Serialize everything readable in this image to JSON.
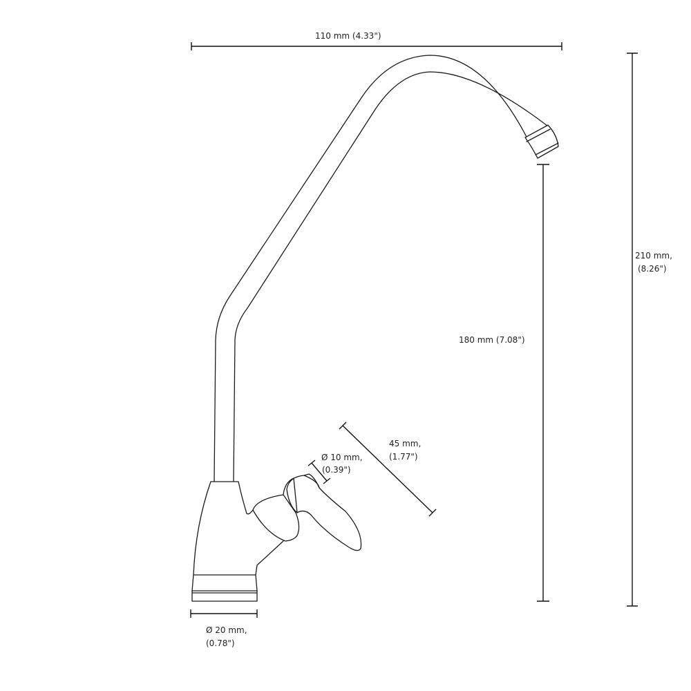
{
  "title": "Faucet dimensions diagram",
  "dimensions": {
    "width": "110 mm (4.33\")",
    "total_height_mm": "210 mm,",
    "total_height_in": "(8.26\")",
    "spout_height": "180 mm (7.08\")",
    "handle_length_mm": "45 mm,",
    "handle_length_in": "(1.77\")",
    "handle_diameter_mm": "Ø 10 mm,",
    "handle_diameter_in": "(0.39\")",
    "base_diameter_mm": "Ø 20 mm,",
    "base_diameter_in": "(0.78\")"
  },
  "colors": {
    "line": "#1a1a1a",
    "background": "#ffffff"
  }
}
